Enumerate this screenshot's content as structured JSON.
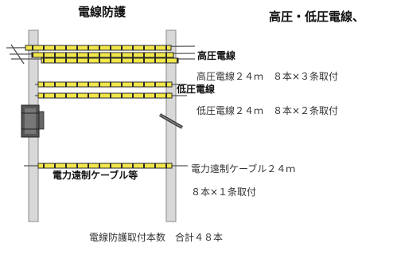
{
  "title": "電線防護",
  "subtitle": "高圧・低圧電線、",
  "labels": {
    "high_voltage": "高圧電線",
    "low_voltage": "低圧電線",
    "control_cable": "電力遠制ケーブル等"
  },
  "specs": {
    "high_voltage": "高圧電線２４ｍ　８本×３条取付",
    "low_voltage": "低圧電線２４ｍ　８本×２条取付",
    "control_cable_line1": "電力遠制ケーブル２４ｍ",
    "control_cable_line2": "８本×１条取付"
  },
  "total": "電線防護取付本数　合計４８本",
  "colors": {
    "protector_fill": "#f2e74a",
    "protector_segment": "#e8d62a",
    "protector_outline": "#2a2a2a",
    "pole": "#d8d8d8",
    "cable": "#555555"
  }
}
